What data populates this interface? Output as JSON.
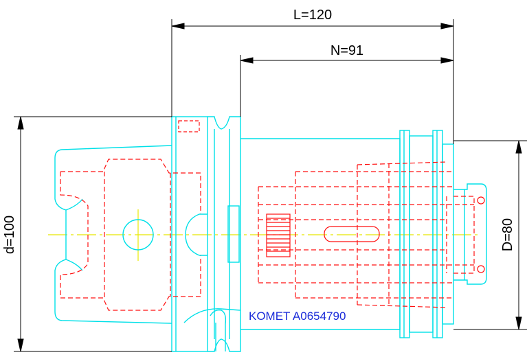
{
  "drawing": {
    "dim_L": "L=120",
    "dim_N": "N=91",
    "dim_d": "d=100",
    "dim_D": "D=80",
    "part_label": "KOMET A0654790"
  },
  "colors": {
    "outline": "#00e0e8",
    "hidden": "#ff1010",
    "centerline": "#e8e800",
    "dimension": "#000000",
    "label": "#1a2bd9"
  }
}
